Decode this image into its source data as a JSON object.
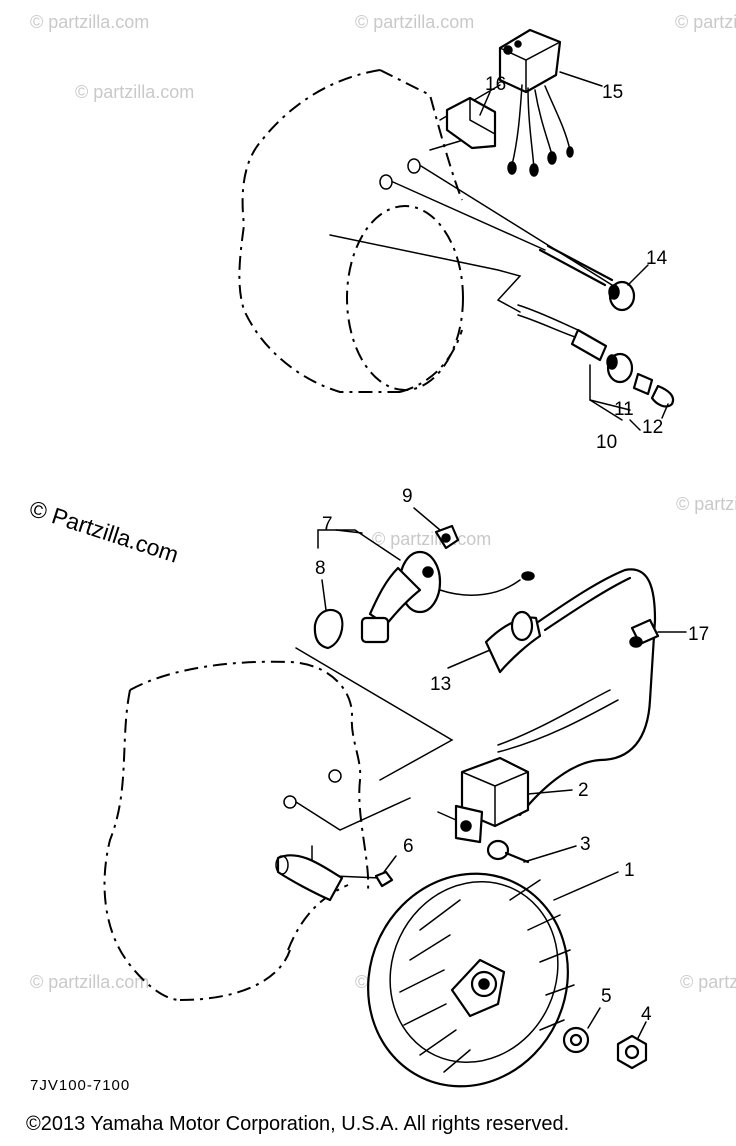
{
  "callouts": [
    "1",
    "2",
    "3",
    "4",
    "5",
    "6",
    "7",
    "8",
    "9",
    "10",
    "11",
    "12",
    "13",
    "14",
    "15",
    "16",
    "17"
  ],
  "watermark_faint": "© partzilla.com",
  "watermark_main": "© Partzilla.com",
  "drawing_code": "7JV100-7100",
  "copyright": "©2013 Yamaha Motor Corporation, U.S.A. All rights reserved."
}
